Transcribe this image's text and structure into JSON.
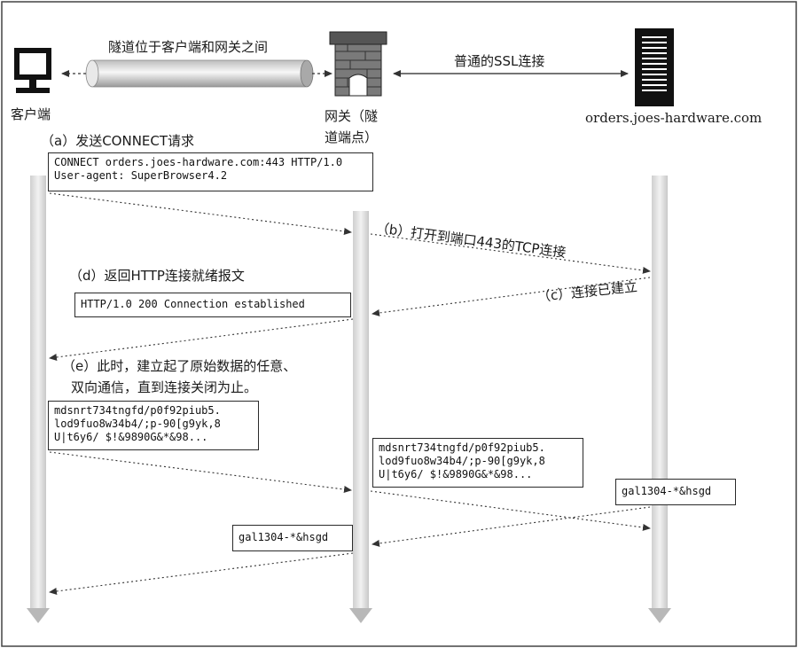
{
  "actors": {
    "client_label": "客户端",
    "gateway_label_line1": "网关（隧",
    "gateway_label_line2": "道端点）",
    "server_label": "orders.joes-hardware.com"
  },
  "top": {
    "tunnel_label": "隧道位于客户端和网关之间",
    "ssl_label": "普通的SSL连接"
  },
  "steps": {
    "a": "（a）发送CONNECT请求",
    "b": "（b）打开到端口443的TCP连接",
    "c": "（c）连接已建立",
    "d": "（d）返回HTTP连接就绪报文",
    "e_line1": "（e）此时，建立起了原始数据的任意、",
    "e_line2": "双向通信，直到连接关闭为止。"
  },
  "messages": {
    "connect_request": [
      "CONNECT orders.joes-hardware.com:443 HTTP/1.0",
      "User-agent: SuperBrowser4.2"
    ],
    "connection_established": "HTTP/1.0 200 Connection established",
    "raw_data_client": [
      "mdsnrt734tngfd/p0f92piub5.",
      "lod9fuo8w34b4/;p-90[g9yk,8",
      "U|t6y6/ $!&9890G&*&98..."
    ],
    "raw_data_gateway": [
      "mdsnrt734tngfd/p0f92piub5.",
      "lod9fuo8w34b4/;p-90[g9yk,8",
      "U|t6y6/ $!&9890G&*&98..."
    ],
    "reply_server": "gal1304-*&hsgd",
    "reply_gateway": "gal1304-*&hsgd"
  }
}
